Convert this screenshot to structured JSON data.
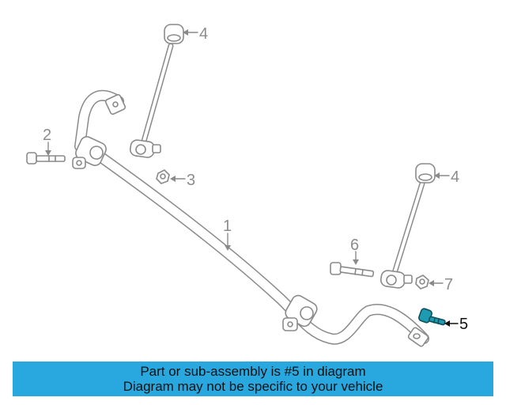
{
  "diagram": {
    "callouts": [
      "1",
      "2",
      "3",
      "4",
      "4",
      "5",
      "6",
      "7"
    ],
    "highlight_part": "5",
    "colors": {
      "line": "#8a8a8a",
      "fill": "#ffffff",
      "highlight": "#1e9bb0",
      "text": "#8c8c8c"
    }
  },
  "banner": {
    "line1": "Part or sub-assembly is #5 in diagram",
    "line2": "Diagram may not be specific to your vehicle",
    "background": "#29a8e0"
  }
}
